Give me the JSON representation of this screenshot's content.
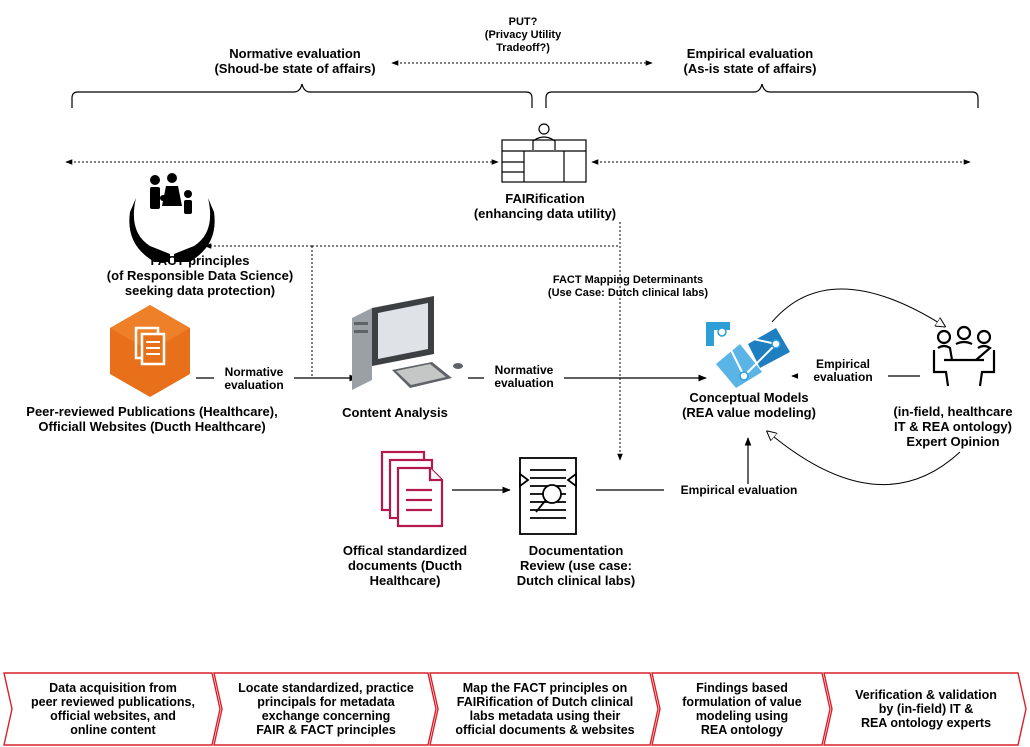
{
  "tradeoff": {
    "label": "PUT?\n(Privacy Utility\nTradeoff?)"
  },
  "normative": {
    "title": "Normative evaluation\n(Shoud-be state of affairs)"
  },
  "empirical": {
    "title": "Empirical evaluation\n(As-is state of affairs)"
  },
  "fairification": {
    "label": "FAIRification\n(enhancing data utility)"
  },
  "fact": {
    "label": "FACT principles\n(of Responsible Data Science)\nseeking data protection)"
  },
  "mapping": {
    "label": "FACT Mapping Determinants\n(Use Case: Dutch clinical labs)"
  },
  "publications": {
    "label": "Peer-reviewed Publications (Healthcare),\nOfficiall Websites (Ducth Healthcare)"
  },
  "content_analysis": {
    "label": "Content Analysis"
  },
  "conceptual": {
    "label": "Conceptual Models\n(REA value modeling)"
  },
  "expert": {
    "label": "(in-field, healthcare\nIT & REA ontology)\nExpert Opinion"
  },
  "standard_docs": {
    "label": "Offical standardized\ndocuments (Ducth\nHealthcare)"
  },
  "doc_review": {
    "label": "Documentation\nReview (use case:\nDutch clinical labs)"
  },
  "edges": {
    "normative_1": "Normative\nevaluation",
    "normative_2": "Normative\nevaluation",
    "empirical_1": "Empirical\nevaluation",
    "empirical_2": "Empirical evaluation"
  },
  "steps": [
    {
      "label": "Data acquisition from\npeer reviewed publications,\nofficial websites, and\nonline content"
    },
    {
      "label": "Locate standardized, practice\nprincipals for metadata\nexchange concerning\nFAIR & FACT principles"
    },
    {
      "label": "Map the FACT principles on\nFAIRification of Dutch clinical\nlabs metadata using their\nofficial documents & websites"
    },
    {
      "label": "Findings based\nformulation of value\nmodeling using\nREA ontology"
    },
    {
      "label": "Verification & validation\nby (in-field) IT &\nREA ontology experts"
    }
  ],
  "colors": {
    "step_border": "#d9202a",
    "orange": "#e8701a",
    "magenta": "#b5174f",
    "azure": "#2e9fd6"
  }
}
